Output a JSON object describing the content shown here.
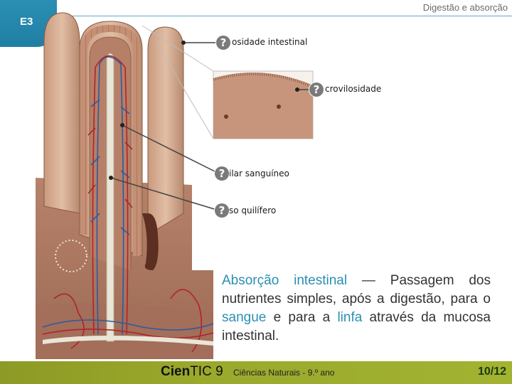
{
  "header": {
    "title": "Digestão e absorção",
    "section": "E3"
  },
  "callouts": [
    {
      "label": "osidade intestinal",
      "marker": "?"
    },
    {
      "label": "crovilosidade",
      "marker": "?"
    },
    {
      "label": "ilar sanguíneo",
      "marker": "?"
    },
    {
      "label": "so quilífero",
      "marker": "?"
    }
  ],
  "caption": {
    "term": "Absorção intestinal",
    "dash": " — ",
    "part1": "Passagem dos nutrientes simples, após a digestão, para o ",
    "blood": "sangue",
    "part2": " e para a ",
    "lymph": "linfa",
    "part3": " através da mucosa intestinal."
  },
  "footer": {
    "brand_bold": "Cien",
    "brand_light": "TIC 9",
    "subject": "Ciências Naturais - 9.º ano",
    "page": "10/12"
  },
  "colors": {
    "accent": "#2a8fb3",
    "footer": "#9aa92c",
    "tissue": "#b07a5f",
    "vessel_red": "#b0242a",
    "vessel_blue": "#2d5a9e"
  }
}
